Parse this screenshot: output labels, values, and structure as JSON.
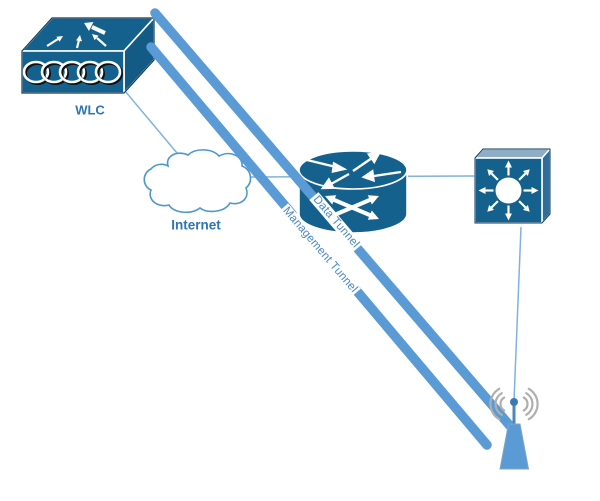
{
  "diagram": {
    "nodes": {
      "wlc": {
        "label": "WLC",
        "icon": "wireless-lan-controller-icon"
      },
      "internet": {
        "label": "Internet",
        "icon": "cloud-icon"
      },
      "router": {
        "icon": "router-icon"
      },
      "switch": {
        "icon": "multilayer-switch-icon"
      },
      "access_point": {
        "icon": "access-point-icon"
      }
    },
    "tunnels": {
      "management": {
        "label": "Management Tunnel"
      },
      "data": {
        "label": "Data Tunnel"
      }
    },
    "connections": [
      {
        "from": "wlc",
        "to": "internet"
      },
      {
        "from": "internet",
        "to": "router"
      },
      {
        "from": "router",
        "to": "switch"
      },
      {
        "from": "switch",
        "to": "access_point"
      }
    ],
    "colors": {
      "icon_dark_blue": "#15618D",
      "icon_side_blue": "#135A84",
      "switch_top_blue": "#8FAEC6",
      "switch_side_blue": "#2E6E99",
      "tunnel_blue": "#5B9BD5",
      "thin_link_blue": "#7FB2DC",
      "node_label_blue": "#2E75B6",
      "tunnel_label_blue": "#4A86C8",
      "cloud_outline_blue": "#4E97CC",
      "signal_gray": "#AFAFAF"
    }
  }
}
